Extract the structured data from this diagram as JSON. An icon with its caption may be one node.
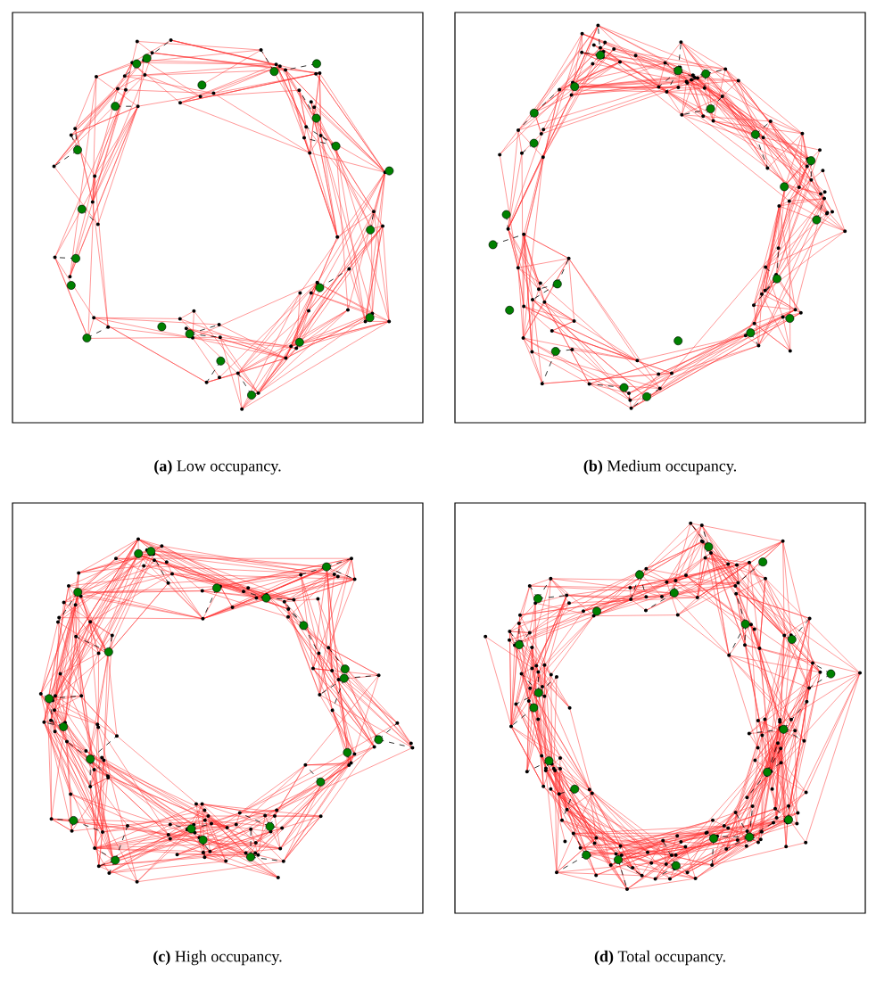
{
  "diagram": {
    "labels": [
      "**(a)** Low occupancy.",
      "**(b)** Medium occupancy.",
      "**(c)** High occupancy.",
      "**(d)** Total occupancy."
    ]
  }
}
